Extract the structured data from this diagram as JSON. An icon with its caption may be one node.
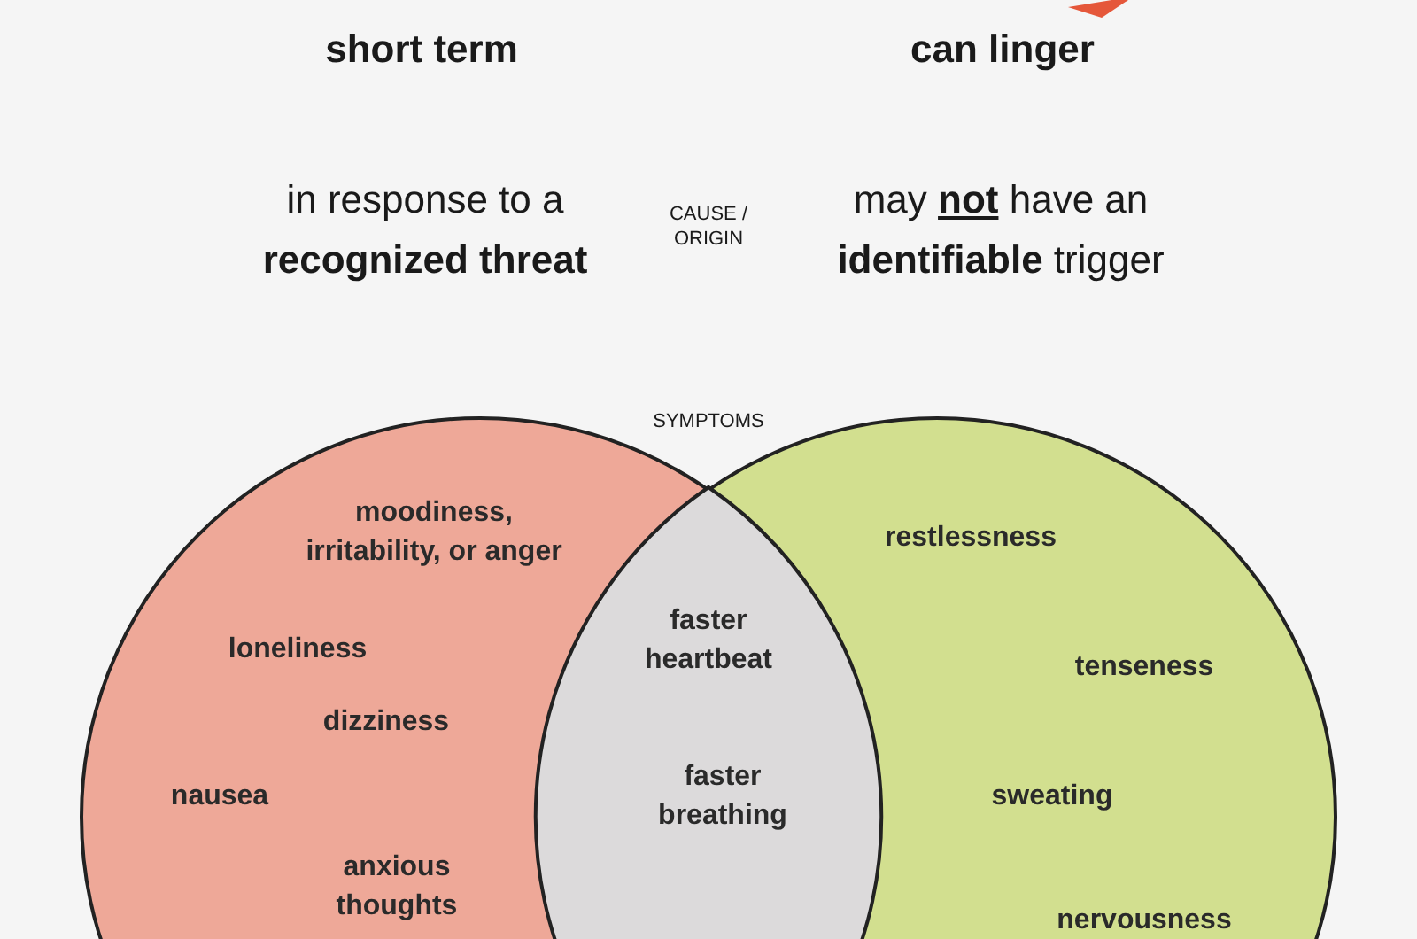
{
  "diagram": {
    "nodes": [
      {
        "text": [
          "moodiness, irritability, or anger",
          "loneliness",
          "dizziness",
          "nausea",
          "anxious thoughts"
        ]
      },
      {
        "text": [
          "restlessness",
          "tenseness",
          "sweating",
          "nervousness"
        ]
      },
      {
        "text": [
          "faster heartbeat",
          "faster breathing"
        ]
      }
    ],
    "edges": [],
    "labels": [
      "short term",
      "can linger",
      "in response to a **recognized threat**",
      "CAUSE / ORIGIN",
      "may **not** have an **identifiable** trigger",
      "SYMPTOMS"
    ]
  }
}
